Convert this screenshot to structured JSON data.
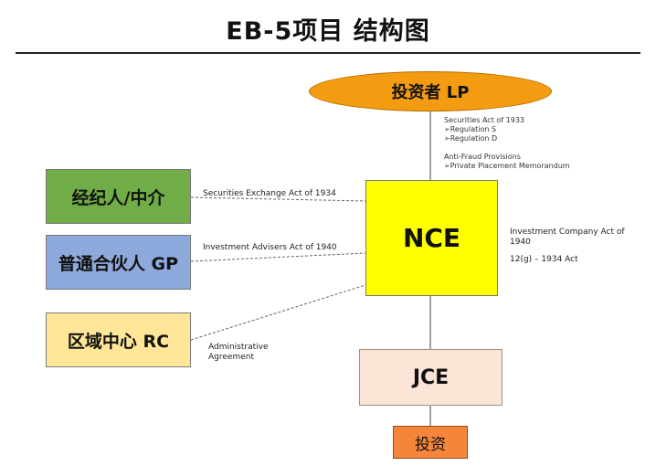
{
  "title": "EB-5项目 结构图",
  "nodes": {
    "lp": "投资者 LP",
    "broker": "经纪人/中介",
    "gp": "普通合伙人 GP",
    "rc": "区域中心 RC",
    "nce": "NCE",
    "jce": "JCE",
    "investment": "投资"
  },
  "annotations": {
    "securities_act": "Securities Act of 1933",
    "regulation_s": "➢Regulation S",
    "regulation_d": "➢Regulation D",
    "anti_fraud": "Anti-Fraud Provisions",
    "private_placement": "➢Private Placement Memorandum",
    "exchange_act": "Securities Exchange Act of 1934",
    "advisers_act": "Investment Advisers Act of 1940",
    "admin_agreement_1": "Administrative",
    "admin_agreement_2": "Agreement",
    "company_act_1": "Investment Company Act of",
    "company_act_2": "1940",
    "rule_12g": "12(g) – 1934 Act"
  },
  "colors": {
    "lp": "#f39c12",
    "broker": "#70ad47",
    "gp": "#8ea9db",
    "rc": "#ffe699",
    "nce": "#ffff00",
    "jce": "#fbe5d6",
    "investment": "#f4853a"
  }
}
